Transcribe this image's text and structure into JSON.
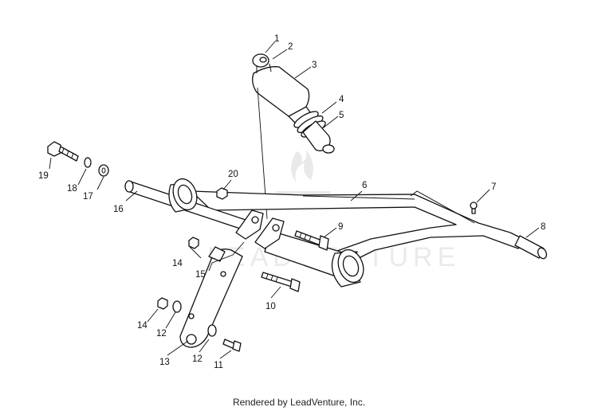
{
  "callouts": [
    {
      "id": "c1",
      "text": "1"
    },
    {
      "id": "c2",
      "text": "2"
    },
    {
      "id": "c3",
      "text": "3"
    },
    {
      "id": "c4",
      "text": "4"
    },
    {
      "id": "c5",
      "text": "5"
    },
    {
      "id": "c6",
      "text": "6"
    },
    {
      "id": "c7",
      "text": "7"
    },
    {
      "id": "c8",
      "text": "8"
    },
    {
      "id": "c9",
      "text": "9"
    },
    {
      "id": "c10",
      "text": "10"
    },
    {
      "id": "c11",
      "text": "11"
    },
    {
      "id": "c12a",
      "text": "12"
    },
    {
      "id": "c12b",
      "text": "12"
    },
    {
      "id": "c13",
      "text": "13"
    },
    {
      "id": "c14a",
      "text": "14"
    },
    {
      "id": "c14b",
      "text": "14"
    },
    {
      "id": "c15",
      "text": "15"
    },
    {
      "id": "c16",
      "text": "16"
    },
    {
      "id": "c17",
      "text": "17"
    },
    {
      "id": "c18",
      "text": "18"
    },
    {
      "id": "c19",
      "text": "19"
    },
    {
      "id": "c20",
      "text": "20"
    }
  ],
  "footer": {
    "credit": "Rendered by LeadVenture, Inc."
  },
  "watermark": {
    "text": "LEADVENTURE"
  },
  "colors": {
    "ink": "#111111",
    "background": "#ffffff",
    "watermark": "#d6d6d6"
  }
}
